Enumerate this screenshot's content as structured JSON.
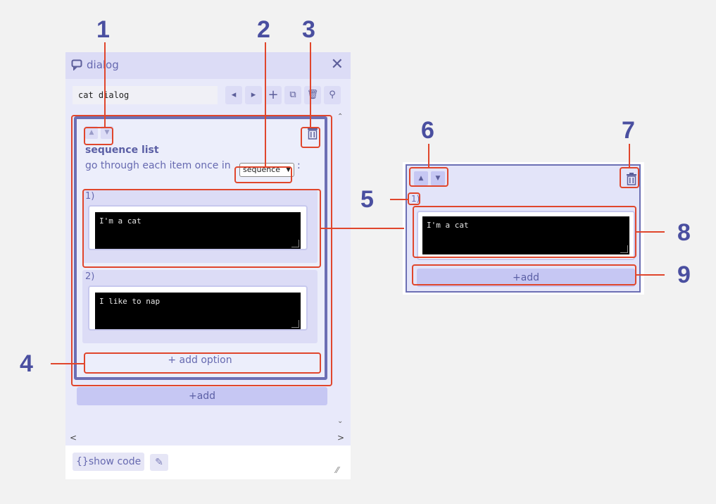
{
  "panel": {
    "title": "dialog",
    "name_value": "cat dialog",
    "tools": [
      "prev-icon",
      "next-icon",
      "plus-icon",
      "copy-icon",
      "trash-icon",
      "search-icon"
    ]
  },
  "sequence": {
    "title": "sequence list",
    "description": "go through each item once in",
    "mode": "sequence",
    "colon": ":",
    "options": [
      {
        "label": "1)",
        "text": "I'm a cat"
      },
      {
        "label": "2)",
        "text": "I like to nap"
      }
    ],
    "add_option": "add option"
  },
  "add_label": "add",
  "footer": {
    "show_code": "show code"
  },
  "zoom": {
    "label": "1)",
    "text": "I'm a cat",
    "add": "add"
  },
  "callouts": [
    "1",
    "2",
    "3",
    "4",
    "5",
    "6",
    "7",
    "8",
    "9"
  ],
  "colors": {
    "accent": "#4a4fa0",
    "highlight": "#e0462c",
    "panel": "#e8e9fa"
  }
}
